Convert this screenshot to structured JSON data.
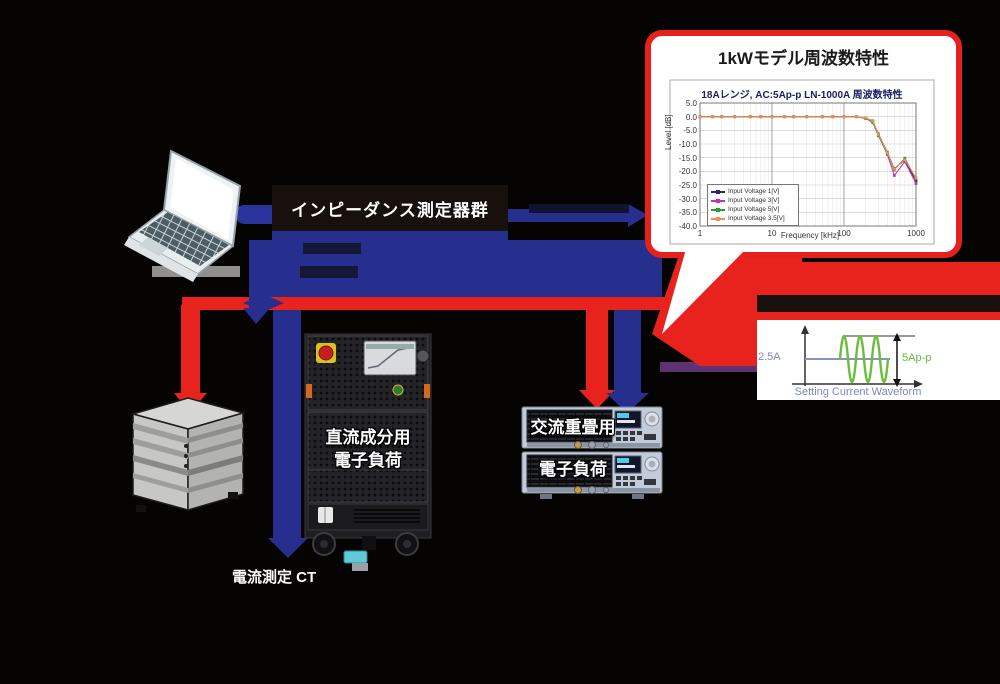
{
  "callout": {
    "title": "1kWモデル周波数特性"
  },
  "chart_data": {
    "type": "line",
    "title": "18Aレンジ, AC:5Ap-p  LN-1000A 周波数特性",
    "xlabel": "Frequency [kHz]",
    "ylabel": "Level [dB]",
    "x_scale": "log",
    "xticks": [
      1,
      10,
      100,
      1000
    ],
    "ylim": [
      -40,
      5
    ],
    "ytick_step": 5,
    "grid": true,
    "legend_position": "lower-left-inside",
    "x": [
      1,
      1.5,
      2,
      3,
      5,
      7,
      10,
      15,
      20,
      30,
      50,
      70,
      100,
      150,
      200,
      250,
      300,
      400,
      500,
      700,
      1000
    ],
    "series": [
      {
        "name": "Input Voltage  1[V]",
        "color": "#2a2a6a",
        "values": [
          0,
          0,
          0,
          0,
          0,
          0,
          0,
          0,
          0,
          0,
          0,
          0,
          0,
          0,
          -0.5,
          -1.5,
          -6.3,
          -13.0,
          -19.0,
          -16.0,
          -23.5
        ]
      },
      {
        "name": "Input Voltage  3[V]",
        "color": "#c032b8",
        "values": [
          0,
          0,
          0,
          0,
          0,
          0,
          0,
          0,
          0,
          0,
          0,
          0,
          0,
          0,
          -0.7,
          -1.8,
          -6.8,
          -13.8,
          -21.5,
          -16.5,
          -24.5
        ]
      },
      {
        "name": "Input Voltage  5[V]",
        "color": "#2e9a40",
        "values": [
          0,
          0,
          0,
          0,
          0,
          0,
          0,
          0,
          0,
          0,
          0,
          0,
          0,
          0,
          -0.6,
          -2.2,
          -7.0,
          -13.5,
          -19.5,
          -15.2,
          -22.8
        ]
      },
      {
        "name": "Input Voltage  3.5[V]",
        "color": "#f09050",
        "values": [
          0,
          0,
          0,
          0,
          0,
          0,
          0,
          0,
          0,
          0,
          0,
          0,
          0,
          0,
          -0.5,
          -1.6,
          -6.5,
          -13.2,
          -19.2,
          -15.8,
          -22.3
        ]
      }
    ]
  },
  "diagram": {
    "impedance_box_label": "インピーダンス測定器群",
    "dc_load_label_line1": "直流成分用",
    "dc_load_label_line2": "電子負荷",
    "ac_load_label_line1": "交流重畳用",
    "ac_load_label_line2": "電子負荷",
    "ct_label": "電流測定 CT"
  },
  "waveform": {
    "dc_level_label": "2.5A",
    "pp_label": "5Ap-p",
    "caption": "Setting Current Waveform"
  },
  "colors": {
    "arrow_blue": "#272f8e",
    "arrow_red": "#e8231e",
    "callout_border": "#e6211c",
    "sine_green": "#6abf3a",
    "dc_line_blue": "#8892c8"
  }
}
